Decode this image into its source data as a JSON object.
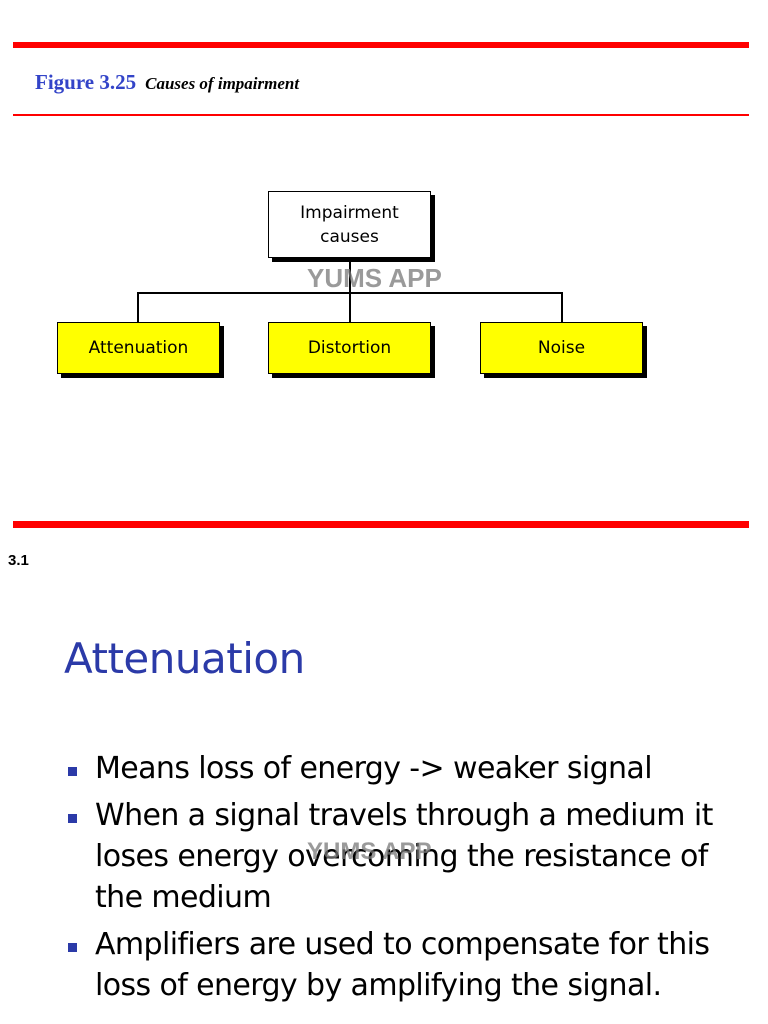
{
  "figure": {
    "number": "Figure 3.25",
    "title": "Causes of impairment"
  },
  "diagram": {
    "root": "Impairment\ncauses",
    "children": [
      "Attenuation",
      "Distortion",
      "Noise"
    ],
    "child_fill": "#ffff00"
  },
  "watermark": "YUMS APP",
  "slide_number": "3.1",
  "slide": {
    "title": "Attenuation",
    "bullets": [
      "Means loss of energy -> weaker signal",
      "When a signal travels through a medium it loses energy overcoming the resistance of the medium",
      "Amplifiers are used to compensate for this loss of energy by amplifying the signal."
    ]
  },
  "colors": {
    "rule": "#ff0000",
    "accent_blue": "#2b3aa8"
  }
}
